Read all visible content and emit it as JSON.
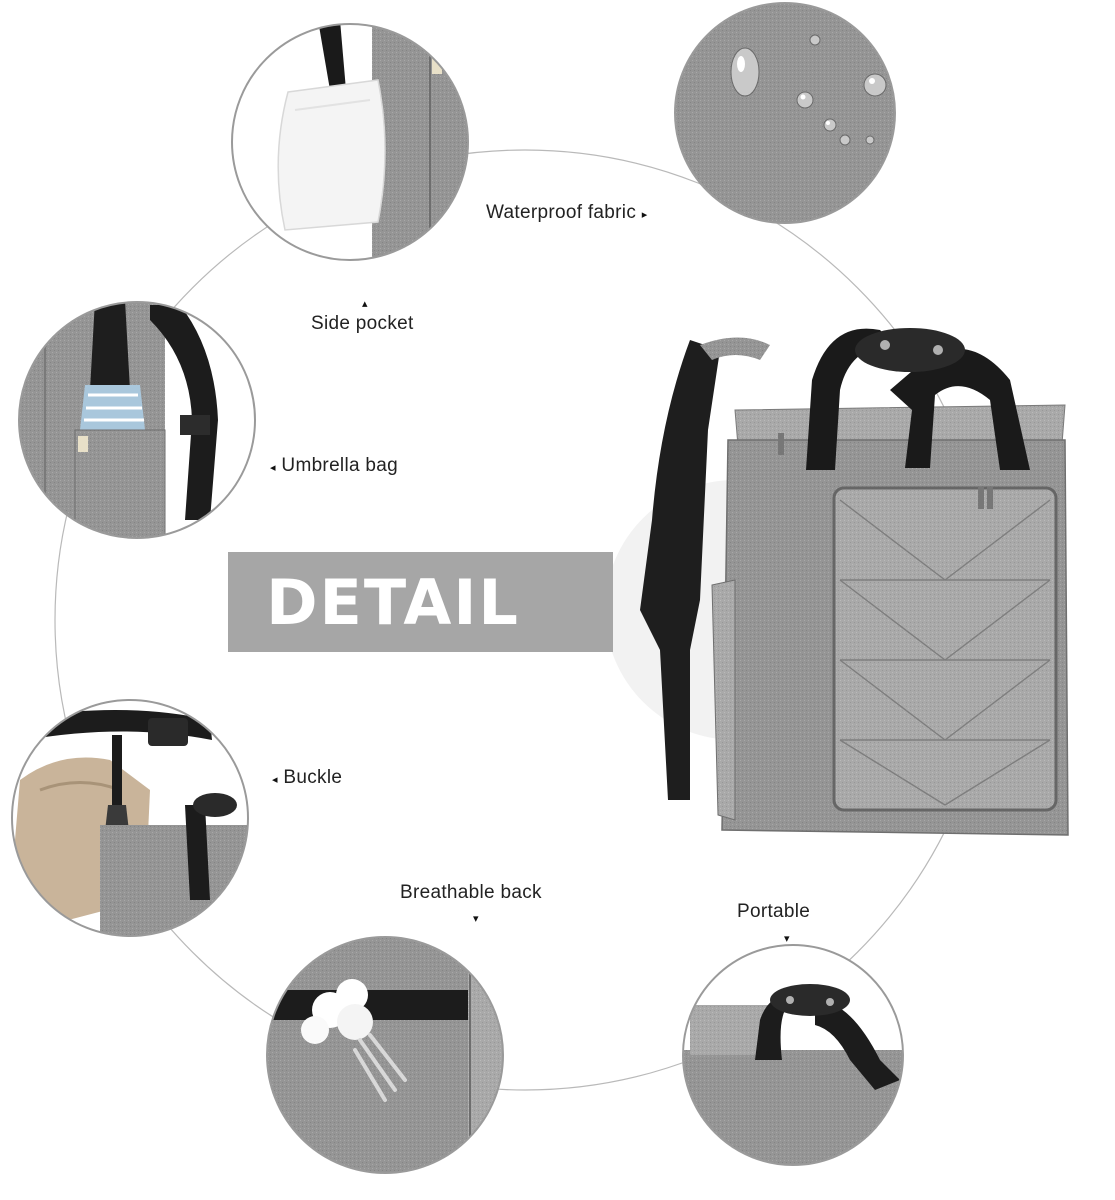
{
  "banner": {
    "title": "DETAIL"
  },
  "features": {
    "waterproof": {
      "label": "Waterproof fabric",
      "pointer": "▸"
    },
    "side_pocket": {
      "label": "Side pocket",
      "pointer": "▴"
    },
    "umbrella_bag": {
      "label": "Umbrella bag",
      "pointer": "◂"
    },
    "buckle": {
      "label": "Buckle",
      "pointer": "◂"
    },
    "breathable_back": {
      "label": "Breathable back",
      "pointer": "▾"
    },
    "portable": {
      "label": "Portable",
      "pointer": "▾"
    }
  },
  "colors": {
    "fabric": "#8f8f8f",
    "fabric_light": "#a3a3a3",
    "strap": "#1c1c1c",
    "banner": "#a6a6a6",
    "ring": "#c8c8c8"
  }
}
